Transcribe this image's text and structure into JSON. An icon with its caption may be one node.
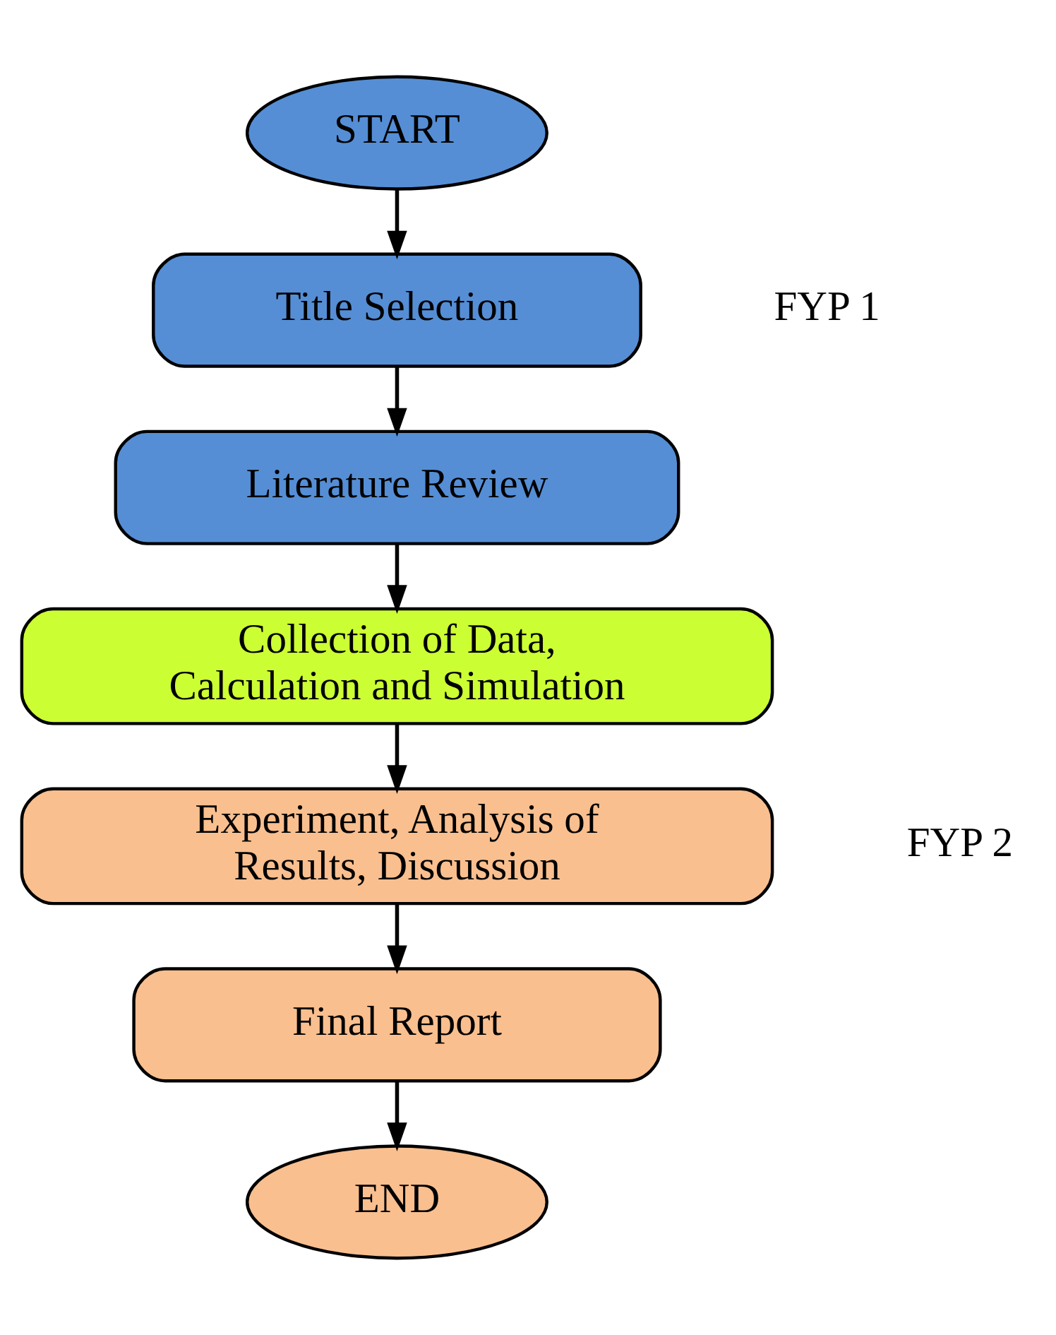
{
  "diagram": {
    "nodes": [
      {
        "text": [
          "START"
        ]
      },
      {
        "text": [
          "Title Selection"
        ]
      },
      {
        "text": [
          "Literature Review"
        ]
      },
      {
        "text": [
          "Collection of Data, Calculation and Simulation"
        ]
      },
      {
        "text": [
          "Experiment, Analysis of Results, Discussion"
        ]
      },
      {
        "text": [
          "Final Report"
        ]
      },
      {
        "text": [
          "END"
        ]
      }
    ],
    "edges": [
      {
        "from": 0,
        "to": 1,
        "arrow": "to"
      },
      {
        "from": 1,
        "to": 2,
        "arrow": "to"
      },
      {
        "from": 2,
        "to": 3,
        "arrow": "to"
      },
      {
        "from": 3,
        "to": 4,
        "arrow": "to"
      },
      {
        "from": 4,
        "to": 5,
        "arrow": "to"
      },
      {
        "from": 5,
        "to": 6,
        "arrow": "to"
      }
    ],
    "labels": [
      "FYP 1",
      "FYP 2"
    ]
  }
}
